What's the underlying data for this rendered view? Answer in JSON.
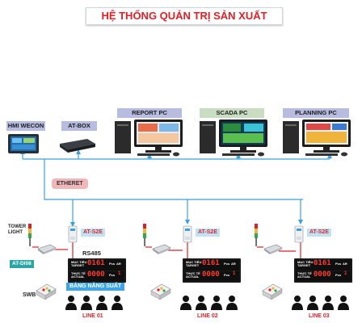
{
  "title": "HỆ THỐNG QUẢN TRỊ SẢN XUẤT",
  "devices": {
    "hmi": "HMI WECON",
    "atbox": "AT-BOX",
    "report": "REPORT PC",
    "scada": "SCADA PC",
    "planning": "PLANNING PC"
  },
  "network": {
    "ethernet": "ETHERET",
    "rs485": "RS485"
  },
  "station": {
    "gateway": "AT-S2E",
    "tower_light": "TOWER\nLIGHT",
    "di08": "AT-DI08",
    "swb": "SWB",
    "board_label": "BẢNG NĂNG SUẤT",
    "board": {
      "target_label": "MỤC TIÊU",
      "target_en": "TARGET",
      "target_value": "0161",
      "actual_label": "THỰC TẾ",
      "actual_en": "ACTUAL",
      "actual_value": "0000",
      "unit": "Pcs",
      "rate_label": "AR",
      "rate_value": "1"
    }
  },
  "lines": [
    "LINE 01",
    "LINE 02",
    "LINE 03"
  ],
  "colors": {
    "title": "#e21f26",
    "net_line": "#3aa0e0",
    "rs485_line": "#e21f26",
    "header_bg": "#b7bce0"
  }
}
